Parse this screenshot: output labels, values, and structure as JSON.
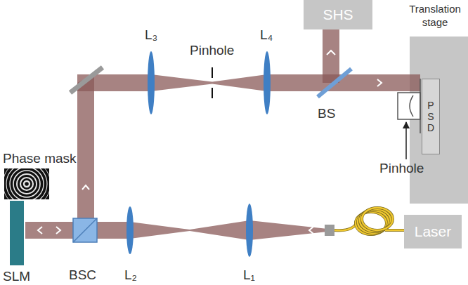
{
  "diagram": {
    "nodes": [
      {
        "text": [
          "SHS"
        ]
      },
      {
        "text": [
          "Translation stage"
        ]
      },
      {
        "text": [
          "PSD"
        ],
        "in": 1
      },
      {
        "text": [
          "Laser"
        ]
      }
    ],
    "labels": [
      "L₃",
      "Pinhole",
      "L₄",
      "BS",
      "Pinhole",
      "Phase mask",
      "SLM",
      "BSC",
      "L₂",
      "L₁"
    ]
  }
}
